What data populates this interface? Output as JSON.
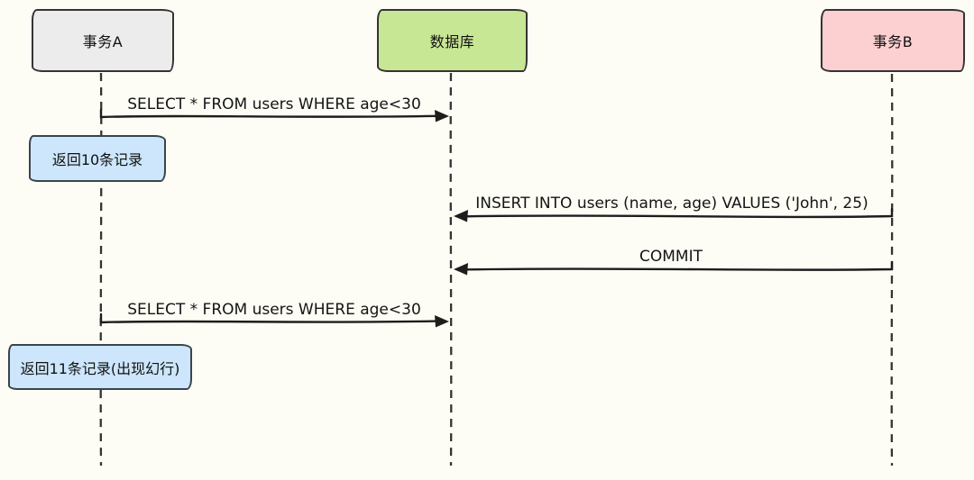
{
  "diagram_type": "sequence-diagram",
  "colors": {
    "background": "#fdfdf5",
    "stroke": "#343434",
    "actor_a_fill": "#ececec",
    "database_fill": "#c8e794",
    "actor_b_fill": "#fcd0d0",
    "note_fill": "#cde6fb"
  },
  "actors": [
    {
      "id": "transaction-a",
      "label": "事务A"
    },
    {
      "id": "database",
      "label": "数据库"
    },
    {
      "id": "transaction-b",
      "label": "事务B"
    }
  ],
  "messages": [
    {
      "from": "transaction-a",
      "to": "database",
      "direction": "right",
      "text": "SELECT * FROM users WHERE age<30"
    },
    {
      "from": "transaction-b",
      "to": "database",
      "direction": "left",
      "text": "INSERT INTO users (name, age) VALUES ('John', 25)"
    },
    {
      "from": "transaction-b",
      "to": "database",
      "direction": "left",
      "text": "COMMIT"
    },
    {
      "from": "transaction-a",
      "to": "database",
      "direction": "right",
      "text": "SELECT * FROM users WHERE age<30"
    }
  ],
  "notes": [
    {
      "attached_to": "transaction-a",
      "text": "返回10条记录"
    },
    {
      "attached_to": "transaction-a",
      "text": "返回11条记录(出现幻行)"
    }
  ]
}
